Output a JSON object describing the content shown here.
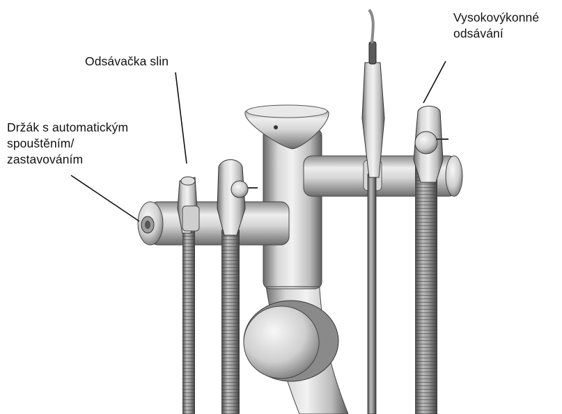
{
  "labels": {
    "holder": "Držák s automatickým\nspouštěním/\nzastavováním",
    "saliva_ejector": "Odsávačka slin",
    "high_volume_evacuation": "Vysokovýkonné\nodsávání"
  },
  "colors": {
    "background": "#ffffff",
    "leader_line": "#111111",
    "metal_light": "#f4f4f4",
    "metal_mid": "#bdbdbd",
    "metal_dark": "#5a5a5a"
  }
}
